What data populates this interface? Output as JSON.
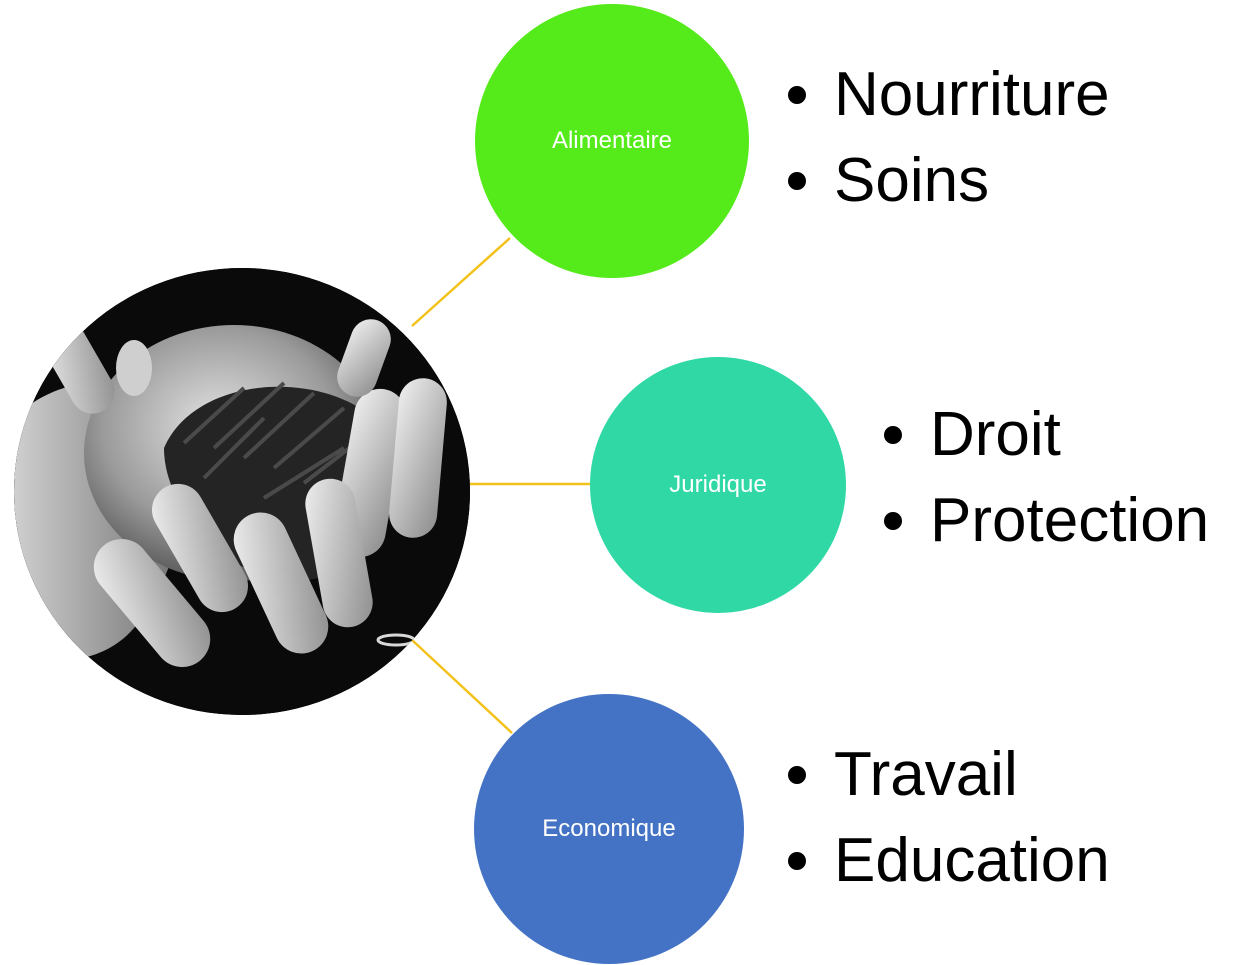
{
  "diagram": {
    "connector_color": "#f2c21b",
    "nodes": [
      {
        "label": "Alimentaire",
        "color": "#55ea1a",
        "items": [
          "Nourriture",
          "Soins"
        ]
      },
      {
        "label": "Juridique",
        "color": "#2fd8a5",
        "items": [
          "Droit",
          "Protection"
        ]
      },
      {
        "label": "Economique",
        "color": "#4473c5",
        "items": [
          "Travail",
          "Education"
        ]
      }
    ]
  }
}
